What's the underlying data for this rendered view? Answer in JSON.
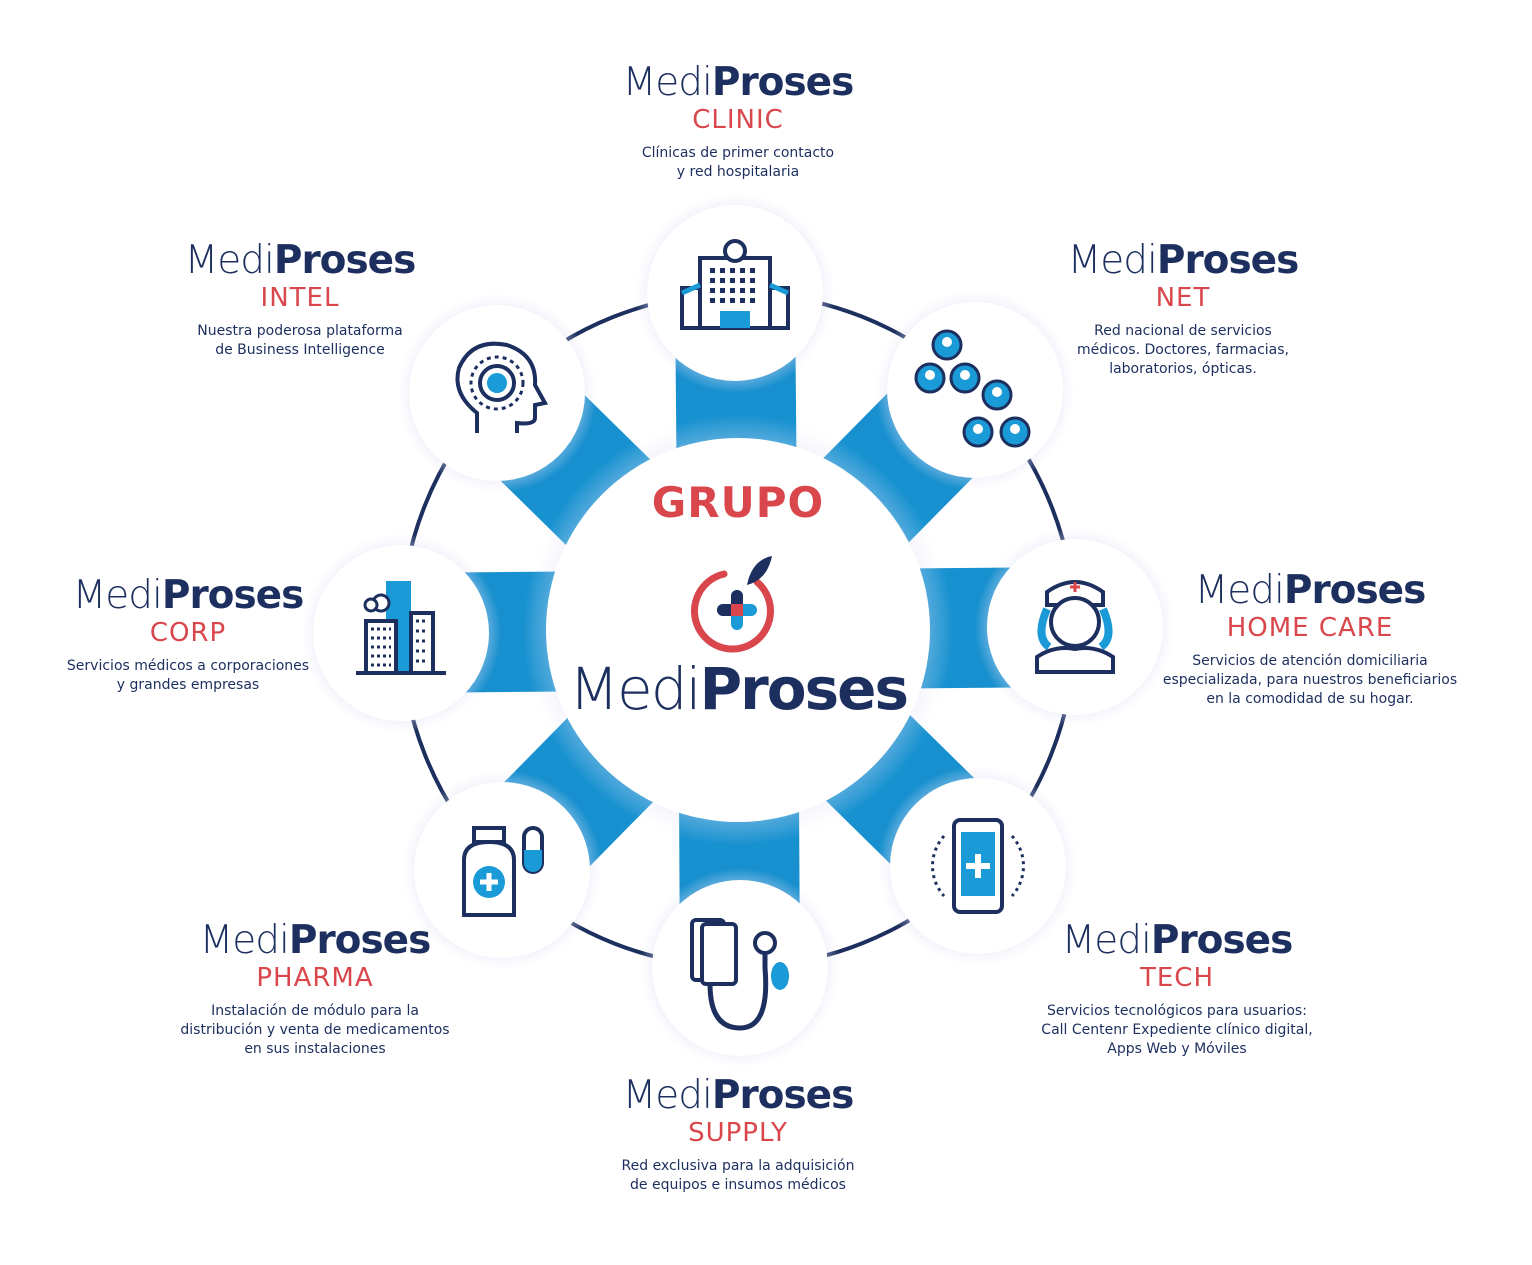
{
  "colors": {
    "navy": "#1c2f5e",
    "red": "#d9464b",
    "blue": "#1a9ad6"
  },
  "center": {
    "group_label": "GRUPO",
    "brand_light": "Medi",
    "brand_bold": "Proses",
    "icon": "apple-cross-logo-icon"
  },
  "units": [
    {
      "id": "clinic",
      "brand_light": "Medi",
      "brand_bold": "Proses",
      "name": "CLINIC",
      "description": [
        "Clínicas de primer contacto",
        "y red hospitalaria"
      ],
      "icon": "hospital-icon"
    },
    {
      "id": "net",
      "brand_light": "Medi",
      "brand_bold": "Proses",
      "name": "NET",
      "description": [
        "Red nacional de servicios",
        "médicos. Doctores, farmacias,",
        "laboratorios, ópticas."
      ],
      "icon": "network-people-icon"
    },
    {
      "id": "homecare",
      "brand_light": "Medi",
      "brand_bold": "Proses",
      "name": "HOME CARE",
      "description": [
        "Servicios de atención domiciliaria",
        "especializada, para nuestros beneficiarios",
        "en la comodidad de su hogar."
      ],
      "icon": "nurse-icon"
    },
    {
      "id": "tech",
      "brand_light": "Medi",
      "brand_bold": "Proses",
      "name": "TECH",
      "description": [
        "Servicios tecnológicos para usuarios:",
        "Call Centenr Expediente clínico digital,",
        "Apps Web y Móviles"
      ],
      "icon": "smartphone-medical-icon"
    },
    {
      "id": "supply",
      "brand_light": "Medi",
      "brand_bold": "Proses",
      "name": "SUPPLY",
      "description": [
        "Red exclusiva para la adquisición",
        "de equipos e insumos médicos"
      ],
      "icon": "blood-pressure-monitor-icon"
    },
    {
      "id": "pharma",
      "brand_light": "Medi",
      "brand_bold": "Proses",
      "name": "PHARMA",
      "description": [
        "Instalación de módulo para la",
        "distribución y venta de medicamentos",
        "en sus instalaciones"
      ],
      "icon": "medicine-bottle-icon"
    },
    {
      "id": "corp",
      "brand_light": "Medi",
      "brand_bold": "Proses",
      "name": "CORP",
      "description": [
        "Servicios médicos a corporaciones",
        "y grandes empresas"
      ],
      "icon": "city-buildings-icon"
    },
    {
      "id": "intel",
      "brand_light": "Medi",
      "brand_bold": "Proses",
      "name": "INTEL",
      "description": [
        "Nuestra poderosa plataforma",
        "de Business Intelligence"
      ],
      "icon": "brain-head-icon"
    }
  ]
}
